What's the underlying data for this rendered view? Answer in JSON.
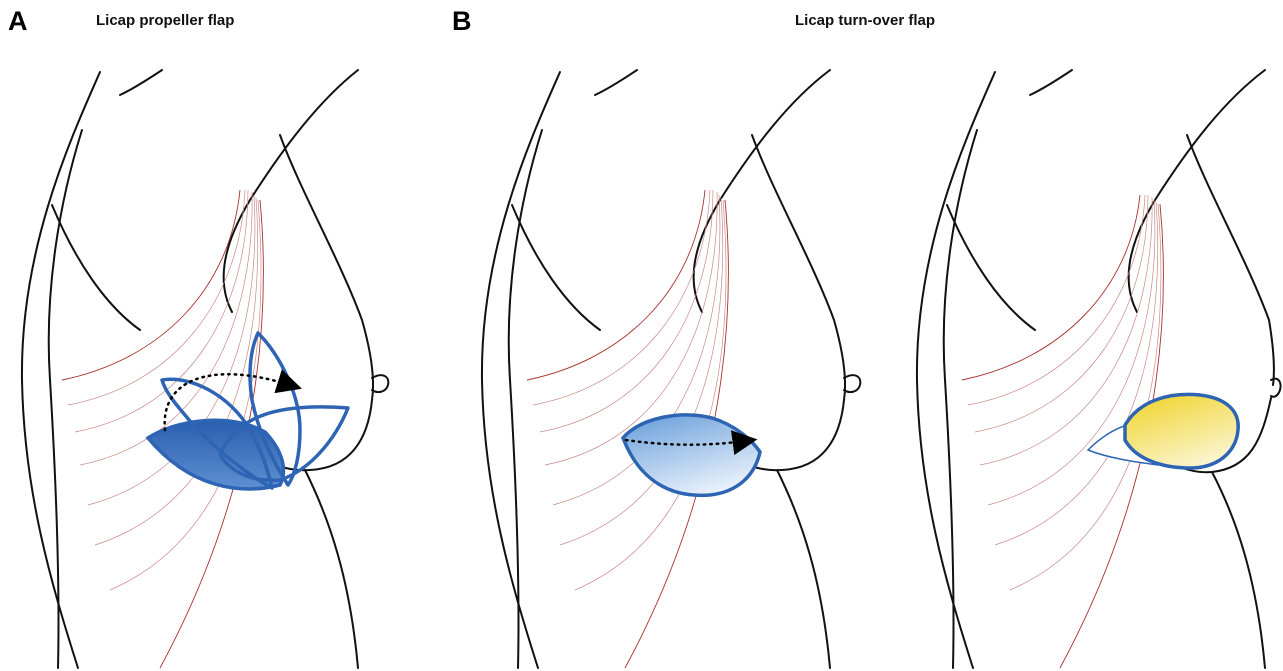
{
  "figure": {
    "panel_a": {
      "letter": "A",
      "title": "Licap propeller flap"
    },
    "panel_b": {
      "letter": "B",
      "title": "Licap turn-over flap"
    },
    "colors": {
      "outline": "#111111",
      "muscle_lines": "#a9302a",
      "flap_border": "#2e64b4",
      "propeller_fill": "#2a5fae",
      "turnover_fill": "#8fb9e3",
      "inset_fill": "#f0d530",
      "arrow": "#000000"
    }
  }
}
